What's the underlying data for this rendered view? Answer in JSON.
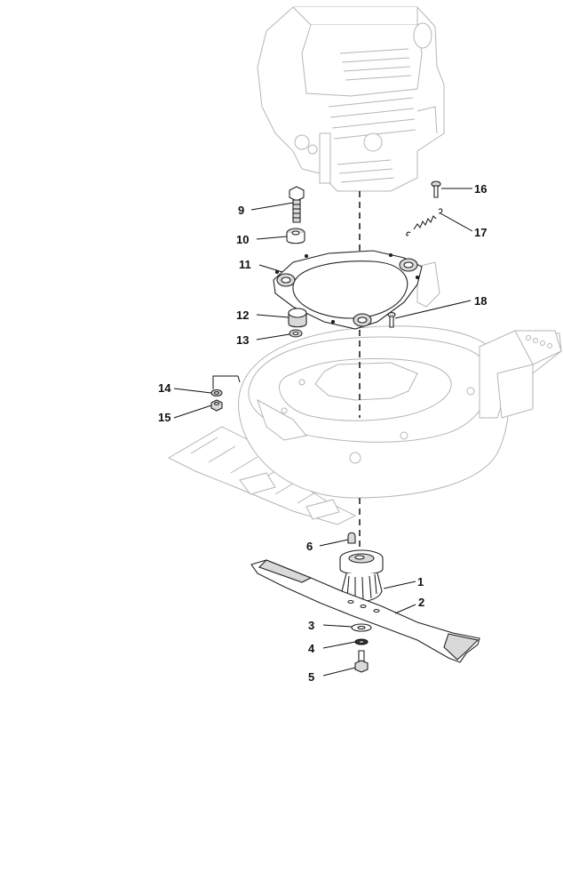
{
  "callouts": [
    {
      "id": "1",
      "label": "1"
    },
    {
      "id": "2",
      "label": "2"
    },
    {
      "id": "3",
      "label": "3"
    },
    {
      "id": "4",
      "label": "4"
    },
    {
      "id": "5",
      "label": "5"
    },
    {
      "id": "6",
      "label": "6"
    },
    {
      "id": "9",
      "label": "9"
    },
    {
      "id": "10",
      "label": "10"
    },
    {
      "id": "11",
      "label": "11"
    },
    {
      "id": "12",
      "label": "12"
    },
    {
      "id": "13",
      "label": "13"
    },
    {
      "id": "14",
      "label": "14"
    },
    {
      "id": "15",
      "label": "15"
    },
    {
      "id": "16",
      "label": "16"
    },
    {
      "id": "17",
      "label": "17"
    },
    {
      "id": "18",
      "label": "18"
    }
  ]
}
